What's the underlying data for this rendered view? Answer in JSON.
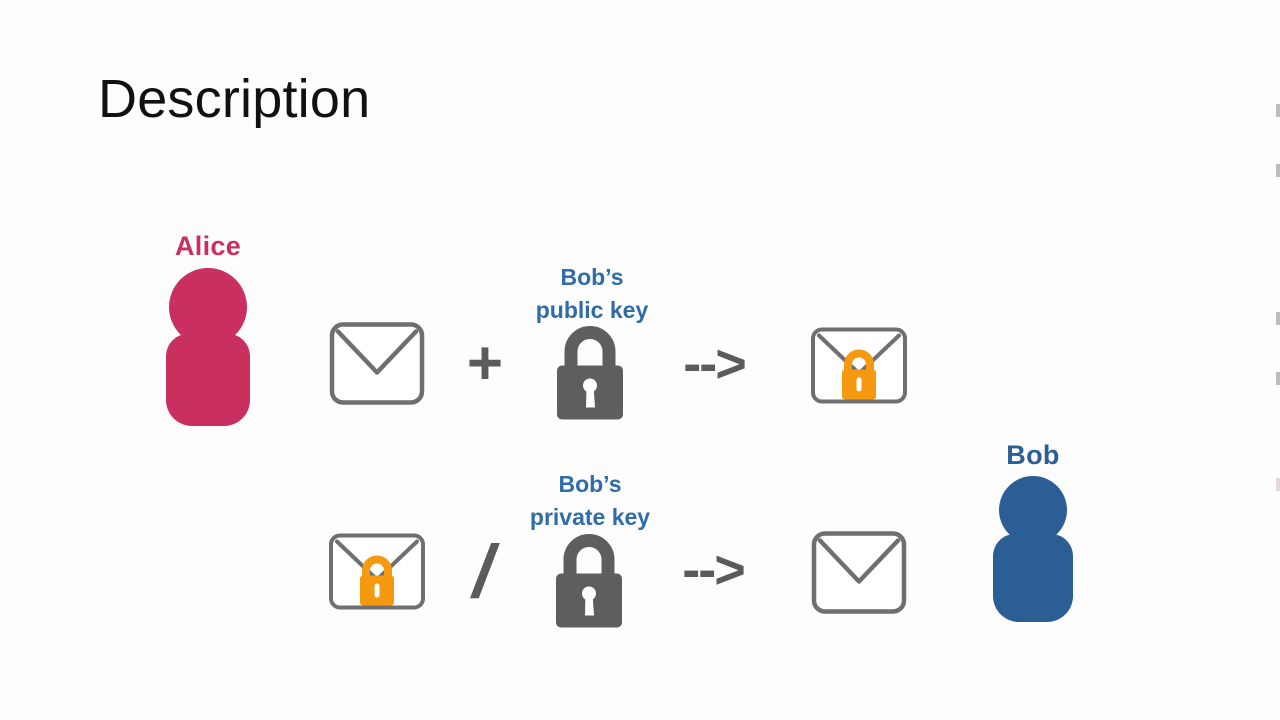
{
  "slide": {
    "title": "Description",
    "background_color": "#fdfdfd"
  },
  "diagram": {
    "type": "public-key-encryption-flow",
    "actors": [
      {
        "id": "alice",
        "label": "Alice",
        "color": "#c9305f",
        "role": "sender"
      },
      {
        "id": "bob",
        "label": "Bob",
        "color": "#2b5e94",
        "role": "recipient"
      }
    ],
    "colors": {
      "alice": "#c9305f",
      "bob": "#2b5e94",
      "key_caption": "#2f6ca8",
      "lock_gray": "#5e5e5e",
      "lock_orange": "#f59a10",
      "envelope_outline": "#6f6f6f",
      "operator": "#5b5b5b",
      "title": "#111111"
    },
    "rows": [
      {
        "id": "encryption-row",
        "caption": {
          "line1": "Bob’s",
          "line2": "public key"
        },
        "operator": "+",
        "arrow": "-->",
        "input_icon": "envelope-plain-icon",
        "key_icon": "padlock-gray-icon",
        "output_icon": "envelope-locked-icon"
      },
      {
        "id": "decryption-row",
        "caption": {
          "line1": "Bob’s",
          "line2": "private key"
        },
        "operator": "/",
        "arrow": "-->",
        "input_icon": "envelope-locked-icon",
        "key_icon": "padlock-gray-icon",
        "output_icon": "envelope-plain-icon"
      }
    ]
  }
}
